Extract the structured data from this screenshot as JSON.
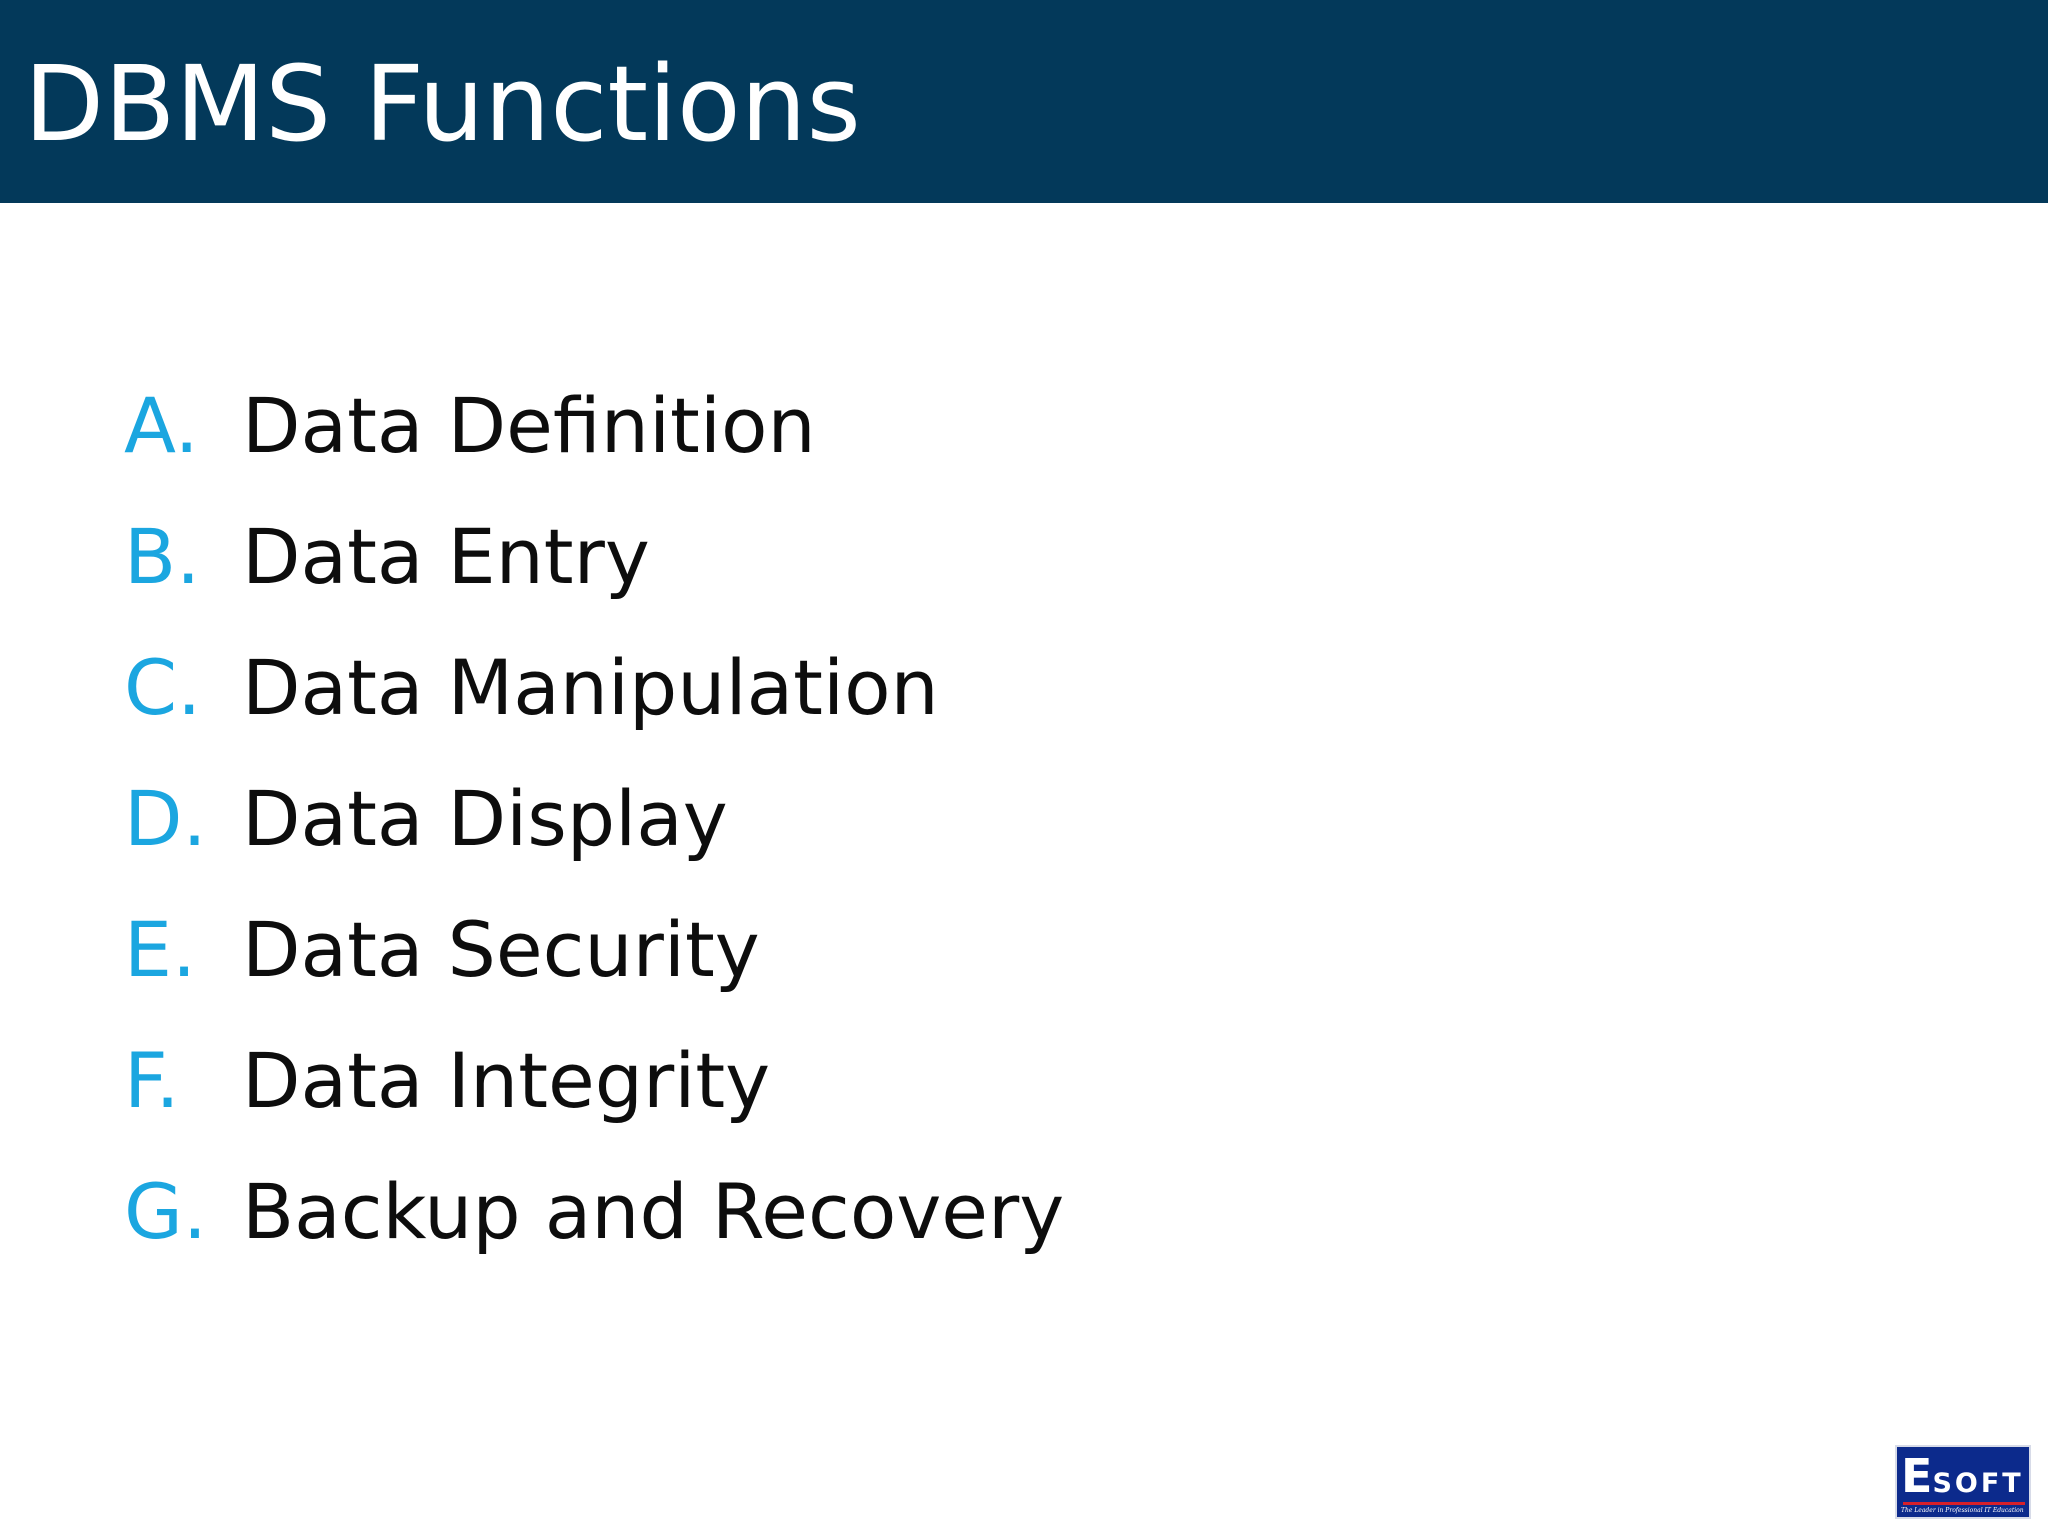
{
  "slide": {
    "title": "DBMS Functions",
    "items": [
      {
        "marker": "A.",
        "text": "Data Definition"
      },
      {
        "marker": "B.",
        "text": "Data Entry"
      },
      {
        "marker": "C.",
        "text": "Data Manipulation"
      },
      {
        "marker": "D.",
        "text": "Data Display"
      },
      {
        "marker": "E.",
        "text": "Data Security"
      },
      {
        "marker": "F.",
        "text": "Data Integrity"
      },
      {
        "marker": "G.",
        "text": "Backup and Recovery"
      }
    ]
  },
  "logo": {
    "wordmark_initial": "E",
    "wordmark_rest": "SOFT",
    "tagline": "The Leader in Professional IT Education"
  },
  "colors": {
    "title_bar": "#03395a",
    "title_text": "#ffffff",
    "marker": "#1ba6e0",
    "item_text": "#0d0d0d",
    "logo_background": "#0c2a8c",
    "logo_accent": "#d6202a"
  }
}
